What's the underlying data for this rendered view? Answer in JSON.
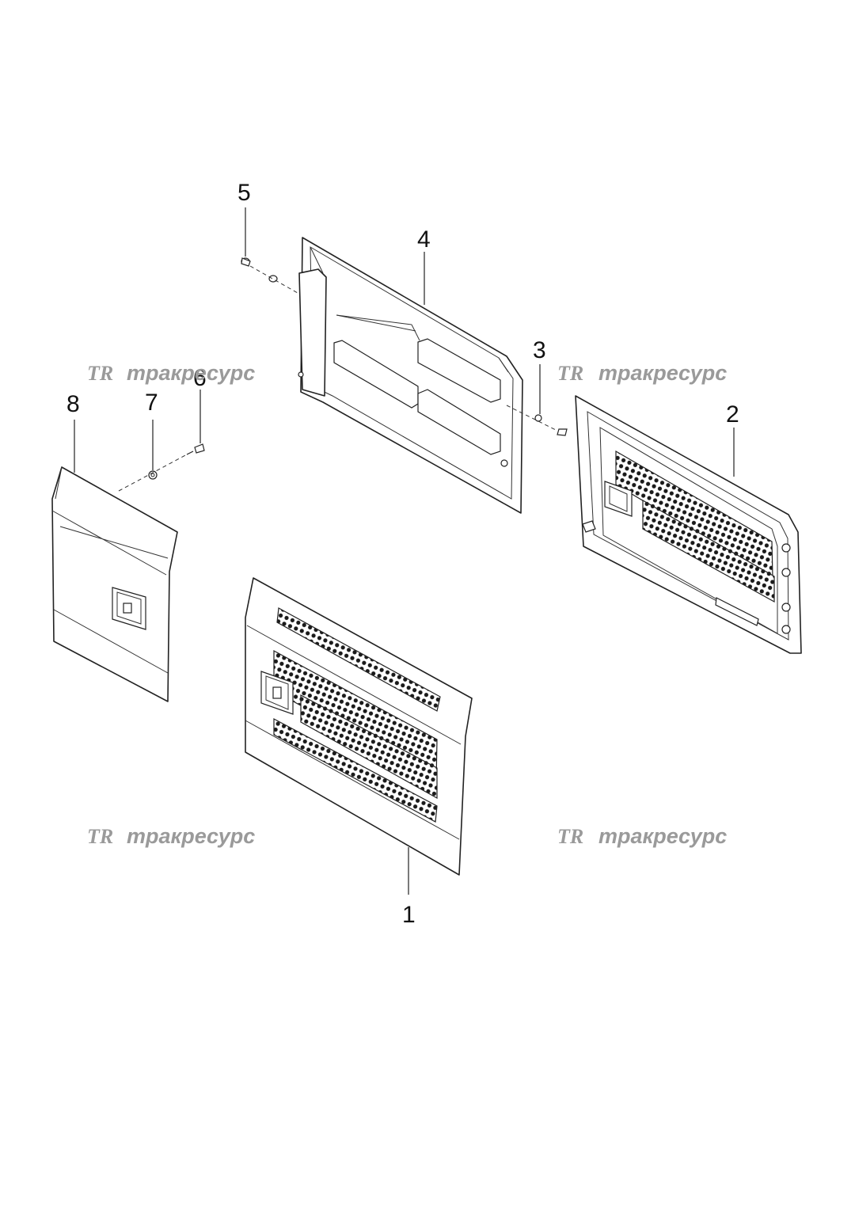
{
  "callouts": {
    "c1": "1",
    "c2": "2",
    "c3": "3",
    "c4": "4",
    "c5": "5",
    "c6": "6",
    "c7": "7",
    "c8": "8"
  },
  "watermark": {
    "logo": "TR",
    "text": "тракресурс",
    "color": "#9a9a9a"
  }
}
